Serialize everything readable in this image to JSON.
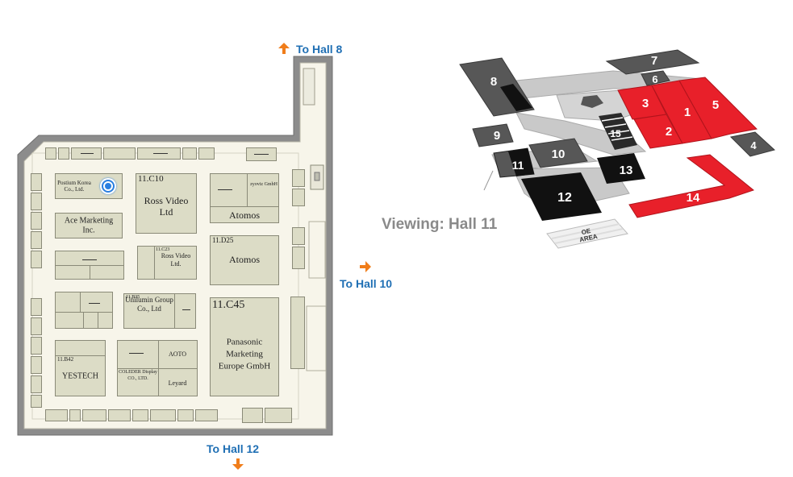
{
  "nav": {
    "to_hall_8": "To Hall 8",
    "to_hall_10": "To Hall 10",
    "to_hall_12": "To Hall 12",
    "arrow_color": "#f07d1a",
    "label_color": "#1f6fb4"
  },
  "viewing_label": "Viewing: Hall 11",
  "booths": {
    "postium": "Postium Korea Co., Ltd.",
    "ace": "Ace Marketing Inc.",
    "c10_code": "11.C10",
    "c10_name": "Ross Video Ltd",
    "zyoz": "zyoviz GmbH",
    "atomos1": "Atomos",
    "d25_code": "11.D25",
    "atomos2": "Atomos",
    "c23_code": "11.C23",
    "c23_name": "Ross Video Ltd.",
    "b35_code": "11.B35",
    "unilumin": "Unilumin Group Co., Ltd",
    "c45_code": "11.C45",
    "panasonic": "Panasonic Marketing Europe GmbH",
    "b42_code": "11.B42",
    "yestech": "YESTECH",
    "aoto": "AOTO",
    "coleder": "COLEDER Display CO., LTD.",
    "leyard": "Leyard"
  },
  "halls": {
    "h1": "1",
    "h2": "2",
    "h3": "3",
    "h4": "4",
    "h5": "5",
    "h6": "6",
    "h7": "7",
    "h8": "8",
    "h9": "9",
    "h10": "10",
    "h11": "11",
    "h12": "12",
    "h13": "13",
    "h14": "14",
    "h15": "15",
    "oe": "OE AREA"
  },
  "colors": {
    "red_hall": "#e8202a",
    "dark_hall": "#575757",
    "black_hall": "#111111",
    "walkway": "#c9c9c9",
    "floor": "#f7f5ea",
    "booth": "#dcdcc6",
    "wall": "#7a7a7a",
    "location_marker": "#2a7fe0"
  }
}
